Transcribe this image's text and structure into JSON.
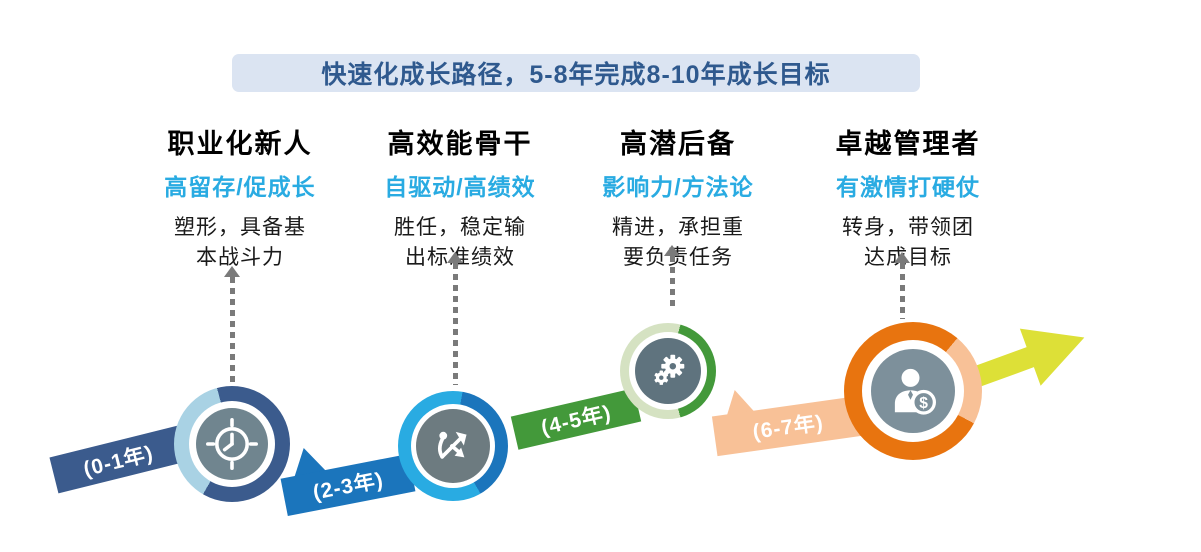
{
  "banner": {
    "title": "快速化成长路径，5-8年完成8-10年成长目标"
  },
  "stages": [
    {
      "title": "职业化新人",
      "subtitle": "高留存/促成长",
      "description": "塑形，具备基\n本战斗力",
      "period": "(0-1年)",
      "icon": "clock-icon",
      "ring_color": "#3b5b8d",
      "ring_accent": "#a9d2e4",
      "core_color": "#70858f",
      "ribbon_color": "#3b5b8d"
    },
    {
      "title": "高效能骨干",
      "subtitle": "自驱动/高绩效",
      "description": "胜任，稳定输\n出标准绩效",
      "period": "(2-3年)",
      "icon": "growth-arrows-icon",
      "ring_color": "#29abe2",
      "ring_accent": "#1b75bc",
      "core_color": "#6d7b80",
      "ribbon_color": "#1b75bc"
    },
    {
      "title": "高潜后备",
      "subtitle": "影响力/方法论",
      "description": "精进，承担重\n要负责任务",
      "period": "(4-5年)",
      "icon": "gears-icon",
      "ring_color": "#d5e2c2",
      "ring_accent": "#43993a",
      "core_color": "#5f737e",
      "ribbon_color": "#43993a"
    },
    {
      "title": "卓越管理者",
      "subtitle": "有激情打硬仗",
      "description": "转身，带领团\n达成目标",
      "period": "(6-7年)",
      "icon": "manager-dollar-icon",
      "ring_color": "#e8740f",
      "ring_accent": "#f8c197",
      "core_color": "#7d909b",
      "ribbon_color": "#f8c197"
    }
  ],
  "colors": {
    "banner_bg": "#dbe4f2",
    "banner_text": "#2f598e",
    "subtitle_text": "#29abe2",
    "dashed_arrow": "#7a7a7a",
    "final_arrow": "#dde037"
  },
  "coin_symbol": "$"
}
